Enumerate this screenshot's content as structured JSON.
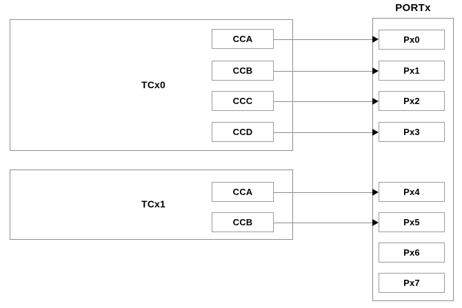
{
  "diagram": {
    "title_visible": false,
    "colors": {
      "background": "#ffffff",
      "box_border": "#8c8c8c",
      "inner_box_border": "#9a9a9a",
      "line": "#8a8a8a",
      "arrow": "#000000",
      "text": "#000000"
    },
    "blocks": [
      {
        "id": "tcx0",
        "label": "TCx0",
        "channels": [
          {
            "id": "tcx0-cca",
            "label": "CCA"
          },
          {
            "id": "tcx0-ccb",
            "label": "CCB"
          },
          {
            "id": "tcx0-ccc",
            "label": "CCC"
          },
          {
            "id": "tcx0-ccd",
            "label": "CCD"
          }
        ]
      },
      {
        "id": "tcx1",
        "label": "TCx1",
        "channels": [
          {
            "id": "tcx1-cca",
            "label": "CCA"
          },
          {
            "id": "tcx1-ccb",
            "label": "CCB"
          }
        ]
      }
    ],
    "port": {
      "title": "PORTx",
      "pins": [
        {
          "id": "px0",
          "label": "Px0",
          "connected": true
        },
        {
          "id": "px1",
          "label": "Px1",
          "connected": true
        },
        {
          "id": "px2",
          "label": "Px2",
          "connected": true
        },
        {
          "id": "px3",
          "label": "Px3",
          "connected": true
        },
        {
          "id": "px4",
          "label": "Px4",
          "connected": true
        },
        {
          "id": "px5",
          "label": "Px5",
          "connected": true
        },
        {
          "id": "px6",
          "label": "Px6",
          "connected": false
        },
        {
          "id": "px7",
          "label": "Px7",
          "connected": false
        }
      ]
    },
    "connections": [
      {
        "from": "tcx0-cca",
        "to": "px0"
      },
      {
        "from": "tcx0-ccb",
        "to": "px1"
      },
      {
        "from": "tcx0-ccc",
        "to": "px2"
      },
      {
        "from": "tcx0-ccd",
        "to": "px3"
      },
      {
        "from": "tcx1-cca",
        "to": "px4"
      },
      {
        "from": "tcx1-ccb",
        "to": "px5"
      }
    ]
  }
}
